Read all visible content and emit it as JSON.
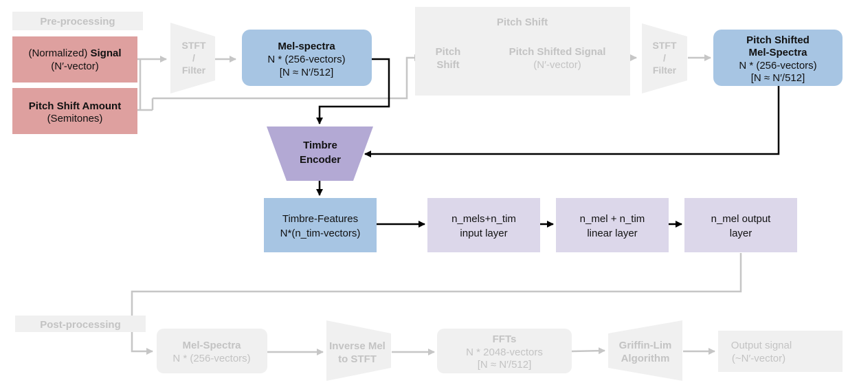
{
  "preprocessing": {
    "section_label": "Pre-processing",
    "signal": {
      "prefix": "(Normalized) ",
      "strong": "Signal",
      "sub": "(N′-vector)"
    },
    "pitch_shift_amount": {
      "title": "Pitch Shift Amount",
      "sub": "(Semitones)"
    },
    "stft_filter_1": {
      "line1": "STFT",
      "line2": "/",
      "line3": "Filter"
    },
    "mel_spectra": {
      "title": "Mel-spectra",
      "line2": "N * (256-vectors)",
      "line3": "[N ≈ N′/512]"
    }
  },
  "pitch_shift_block": {
    "title": "Pitch Shift",
    "pitch_shift": {
      "line1": "Pitch",
      "line2": "Shift"
    },
    "shifted_signal": {
      "line1": "Pitch Shifted Signal",
      "line2": "(N′-vector)"
    },
    "stft_filter_2": {
      "line1": "STFT",
      "line2": "/",
      "line3": "Filter"
    }
  },
  "pitch_shifted_mel": {
    "line1": "Pitch Shifted",
    "line2": "Mel-Spectra",
    "line3": "N * (256-vectors)",
    "line4": "[N ≈ N′/512]"
  },
  "timbre_encoder": {
    "line1": "Timbre",
    "line2": "Encoder"
  },
  "timbre_features": {
    "line1": "Timbre-Features",
    "line2": "N*(n_tim-vectors)"
  },
  "layers": {
    "input_layer": {
      "line1": "n_mels+n_tim",
      "line2": "input layer"
    },
    "linear_layer": {
      "line1": "n_mel + n_tim",
      "line2": "linear layer"
    },
    "output_layer": {
      "line1": "n_mel output",
      "line2": "layer"
    }
  },
  "postprocessing": {
    "section_label": "Post-processing",
    "mel_spectra": {
      "line1": "Mel-Spectra",
      "line2": "N * (256-vectors)"
    },
    "inverse_mel": {
      "line1": "Inverse Mel",
      "line2": "to STFT"
    },
    "ffts": {
      "line1": "FFTs",
      "line2": "N * 2048-vectors",
      "line3": "[N ≈ N′/512]"
    },
    "griffin_lim": {
      "line1": "Griffin-Lim",
      "line2": "Algorithm"
    },
    "output_signal": {
      "line1": "Output signal",
      "line2": "(~N′-vector)"
    }
  },
  "colors": {
    "input_red": "#dea09f",
    "mel_blue": "#a7c5e3",
    "encoder_purple": "#b3a9d4",
    "layer_lavender": "#dcd7ea",
    "faded_box": "#f0f0f0",
    "faded_text": "#c3c3c3",
    "faded_arrow": "#c6c6c6",
    "dark_arrow": "#000000"
  }
}
